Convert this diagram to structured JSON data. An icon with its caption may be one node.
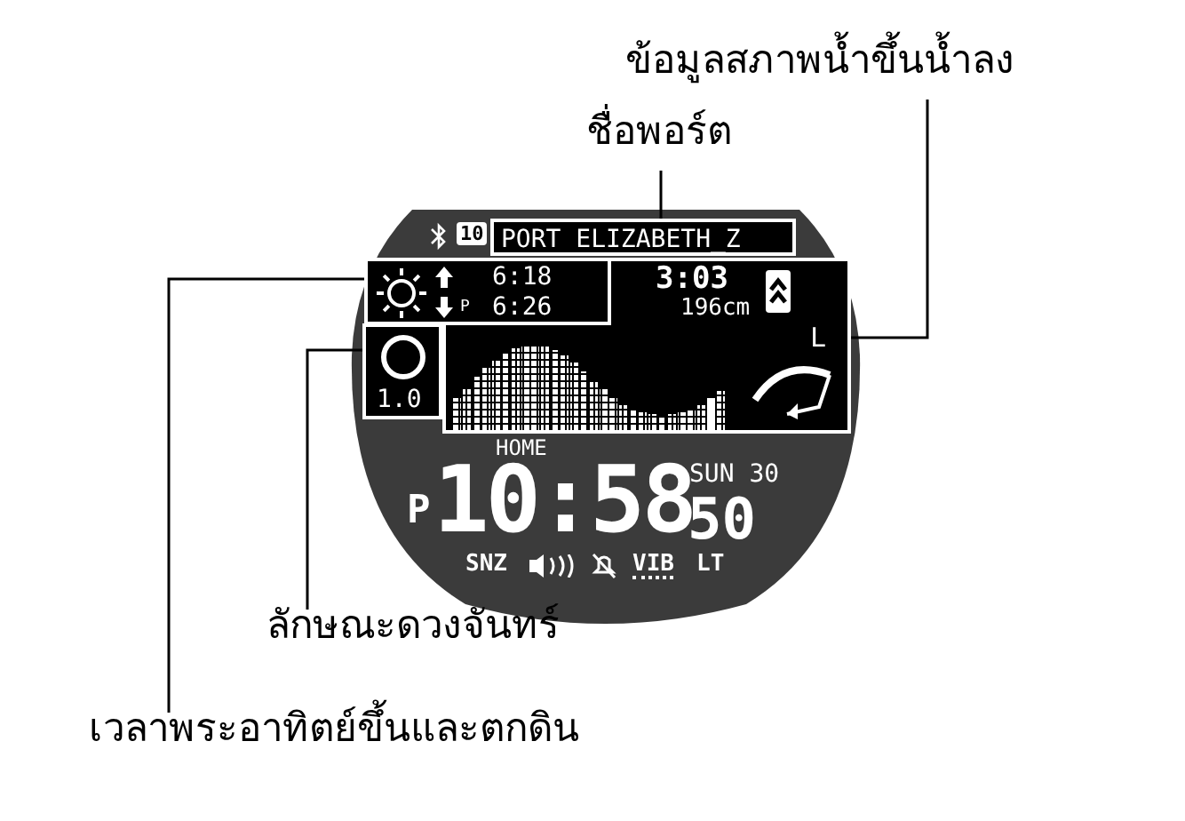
{
  "diagram": {
    "nodes": [
      {
        "text": [
          "ข้อมูลสภาพน้ำขึ้นน้ำลง"
        ]
      },
      {
        "text": [
          "ชื่อพอร์ต"
        ]
      },
      {
        "text": [
          "PORT ELIZABETH_Z"
        ]
      },
      {
        "text": [
          "6:18",
          "P",
          "6:26"
        ]
      },
      {
        "text": [
          "3:03",
          "196cm",
          "L"
        ]
      },
      {
        "text": [
          "1.0"
        ]
      },
      {
        "text": [
          "ลักษณะดวงจันทร์"
        ]
      },
      {
        "text": [
          "เวลาพระอาทิตย์ขึ้นและตกดิน"
        ]
      }
    ],
    "edges": [
      {
        "from": 0,
        "to": 4,
        "arrow": "none"
      },
      {
        "from": 1,
        "to": 2,
        "arrow": "none"
      },
      {
        "from": 6,
        "to": 5,
        "arrow": "none"
      },
      {
        "from": 7,
        "to": 3,
        "arrow": "none"
      }
    ],
    "labels": [
      "10",
      "HOME",
      "P",
      "10:58",
      "SUN 30",
      "50",
      "SNZ",
      "VIB",
      "LT"
    ]
  }
}
